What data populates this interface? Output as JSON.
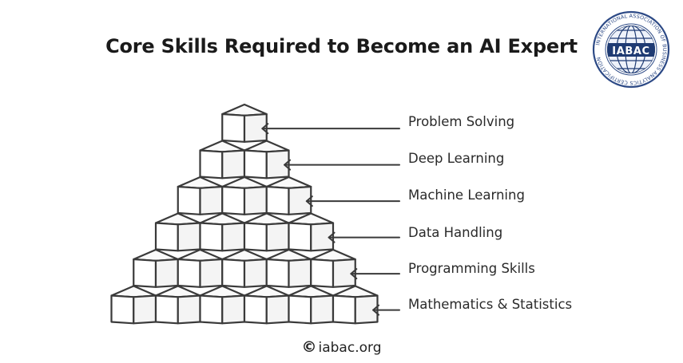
{
  "title": "Core Skills Required to Become an AI Expert",
  "pyramid": {
    "levels": [
      {
        "label": "Problem Solving",
        "cubes": 1
      },
      {
        "label": "Deep Learning",
        "cubes": 2
      },
      {
        "label": "Machine Learning",
        "cubes": 3
      },
      {
        "label": "Data Handling",
        "cubes": 4
      },
      {
        "label": "Programming Skills",
        "cubes": 5
      },
      {
        "label": "Mathematics & Statistics",
        "cubes": 6
      }
    ]
  },
  "footer": {
    "symbol": "©",
    "text": "iabac.org"
  },
  "logo": {
    "text": "IABAC",
    "ring_text": "INTERNATIONAL ASSOCIATION OF BUSINESS ANALYTICS CERTIFICATION",
    "colors": {
      "navy": "#1f3b73",
      "ring": "#2d4a86"
    }
  },
  "colors": {
    "stroke": "#3a3a3a",
    "text": "#222222"
  }
}
